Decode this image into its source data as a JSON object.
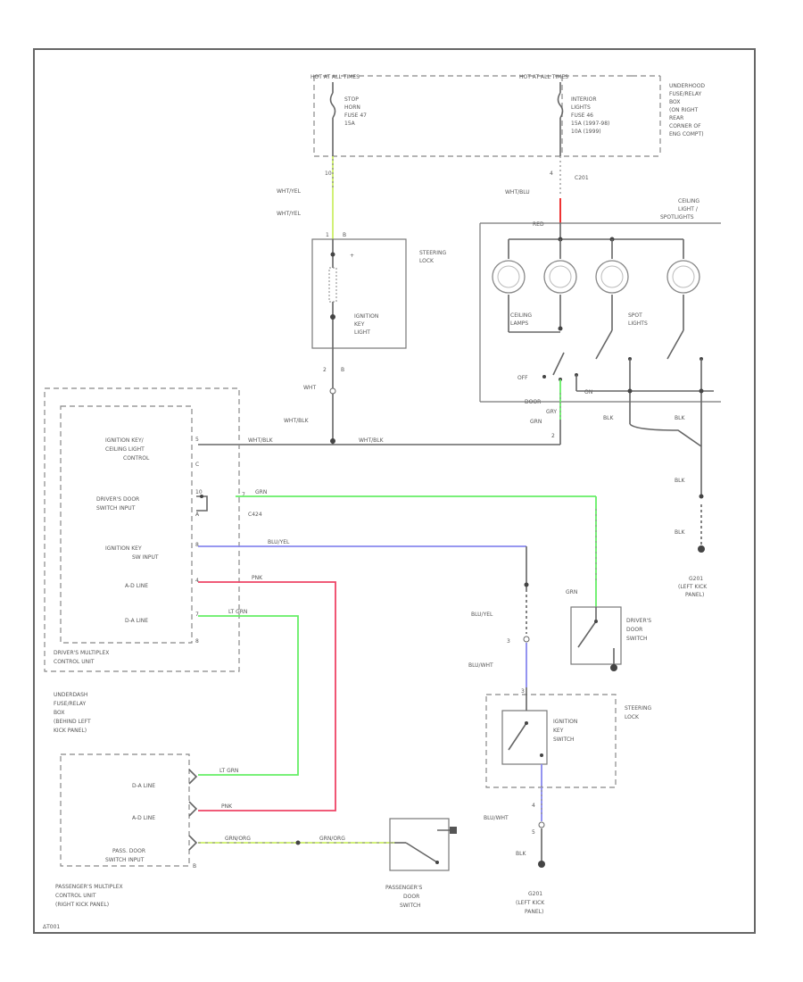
{
  "fuse_box_top": {
    "hot_left": "HOT AT ALL TIMES",
    "hot_right": "HOT AT ALL TIMES",
    "stop_fuse": [
      "STOP",
      "HORN",
      "FUSE 47",
      "15A"
    ],
    "interior_fuse": [
      "INTERIOR",
      "LIGHTS",
      "FUSE 46",
      "15A (1997-98)",
      "10A (1999)"
    ],
    "location": [
      "UNDERHOOD",
      "FUSE/RELAY",
      "BOX",
      "(ON RIGHT",
      "REAR",
      "CORNER OF",
      "ENG COMPT)"
    ],
    "pin_left": "10",
    "pin_right": "4",
    "connector": "C201"
  },
  "wires": {
    "wht_yel_1": "WHT/YEL",
    "wht_yel_2": "WHT/YEL",
    "wht_blu": "WHT/BLU",
    "red": "RED",
    "wht": "WHT",
    "wht_blk_1": "WHT/BLK",
    "wht_blk_2": "WHT/BLK",
    "wht_blk_3": "WHT/BLK",
    "grn_top": "GRN",
    "grn_mid": "GRN",
    "grn_switch": "GRN",
    "blu_yel_1": "BLU/YEL",
    "blu_yel_2": "BLU/YEL",
    "blu_wht_1": "BLU/WHT",
    "blu_wht_2": "BLU/WHT",
    "pnk_1": "PNK",
    "pnk_2": "PNK",
    "lt_grn_1": "LT GRN",
    "lt_grn_2": "LT GRN",
    "grn_org_1": "GRN/ORG",
    "grn_org_2": "GRN/ORG",
    "blk_1": "BLK",
    "blk_2": "BLK",
    "blk_3": "BLK",
    "blk_4": "BLK",
    "blk_5": "BLK",
    "gry": "GRY"
  },
  "steering_lock_top": {
    "title": [
      "STEERING",
      "LOCK"
    ],
    "ignition_light": [
      "IGNITION",
      "KEY",
      "LIGHT"
    ],
    "pin_top": "1",
    "pin_top2": "B",
    "pin_bot": "2",
    "pin_bot2": "B"
  },
  "ceiling_light": {
    "title": [
      "CEILING",
      "LIGHT /",
      "SPOTLIGHTS"
    ],
    "ceiling_lamps": [
      "CEILING",
      "LAMPS"
    ],
    "spot_lights": [
      "SPOT",
      "LIGHTS"
    ],
    "off": "OFF",
    "door": "DOOR",
    "on": "ON",
    "pin": "2"
  },
  "drivers_unit": {
    "ign_key_ceiling": [
      "IGNITION KEY/",
      "CEILING LIGHT",
      "CONTROL"
    ],
    "drivers_door_input": [
      "DRIVER'S DOOR",
      "SWITCH INPUT"
    ],
    "ign_key_sw_input": [
      "IGNITION KEY",
      "SW INPUT"
    ],
    "ad_line": "A-D LINE",
    "da_line": "D-A LINE",
    "name": [
      "DRIVER'S MULTIPLEX",
      "CONTROL UNIT"
    ],
    "connector": "C424",
    "pin_5": "5",
    "pin_c": "C",
    "pin_a": "A",
    "pin_7": "7",
    "pin_4": "4",
    "pin_8": "8",
    "pin_10": "10"
  },
  "underdash": [
    "UNDERDASH",
    "FUSE/RELAY",
    "BOX",
    "(BEHIND LEFT",
    "KICK PANEL)"
  ],
  "passenger_unit": {
    "da_line": "D-A LINE",
    "ad_line": "A-D LINE",
    "pass_door": [
      "PASS. DOOR",
      "SWITCH INPUT"
    ],
    "name": [
      "PASSENGER'S MULTIPLEX",
      "CONTROL UNIT",
      "(RIGHT KICK PANEL)"
    ],
    "pin_b": "B"
  },
  "switches": {
    "drivers_door": [
      "DRIVER'S",
      "DOOR",
      "SWITCH"
    ],
    "passengers_door": [
      "PASSENGER'S",
      "DOOR",
      "SWITCH"
    ],
    "ignition_key_switch": [
      "IGNITION",
      "KEY",
      "SWITCH"
    ],
    "steering_lock": [
      "STEERING",
      "LOCK"
    ],
    "pin_3": "3",
    "pin_4": "4",
    "pin_5": "5"
  },
  "grounds": {
    "g201_top": [
      "G201",
      "(LEFT KICK",
      "PANEL)"
    ],
    "g201_bottom": [
      "G201",
      "(LEFT KICK",
      "PANEL)"
    ]
  },
  "footer": "ΔT001",
  "colors": {
    "green": "#66ee66",
    "blue": "#8888ee",
    "pink": "#ee4466",
    "yellow_green": "#ccee66",
    "red": "#ee3333",
    "black": "#555555"
  }
}
